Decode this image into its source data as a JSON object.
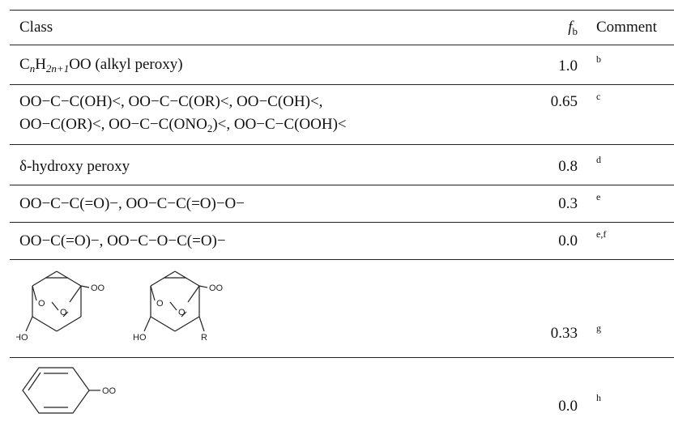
{
  "header": {
    "class": "Class",
    "fb_symbol": "f",
    "fb_subscript": "b",
    "comment": "Comment"
  },
  "rows": [
    {
      "class_parts": [
        "C",
        "n",
        "H",
        "2n+1",
        "OO (alkyl peroxy)"
      ],
      "fb": "1.0",
      "comment": "b"
    },
    {
      "class_line1": "OO−C−C(OH)<, OO−C−C(OR)<, OO−C(OH)<,",
      "class_line2_a": "OO−C(OR)<, OO−C−C(ONO",
      "class_line2_sub": "2",
      "class_line2_b": ")<, OO−C−C(OOH)<",
      "fb": "0.65",
      "comment": "c"
    },
    {
      "class": "δ-hydroxy peroxy",
      "fb": "0.8",
      "comment": "d"
    },
    {
      "class": "OO−C−C(=O)−, OO−C−C(=O)−O−",
      "fb": "0.3",
      "comment": "e"
    },
    {
      "class": "OO−C(=O)−, OO−C−O−C(=O)−",
      "fb": "0.0",
      "comment": "e,f"
    },
    {
      "structure_labels": {
        "ring_o": "O",
        "peroxy": "OO",
        "hydroxyl": "HO",
        "substituent": "R"
      },
      "fb": "0.33",
      "comment": "g"
    },
    {
      "structure_labels": {
        "peroxy": "OO"
      },
      "fb": "0.0",
      "comment": "h"
    }
  ]
}
